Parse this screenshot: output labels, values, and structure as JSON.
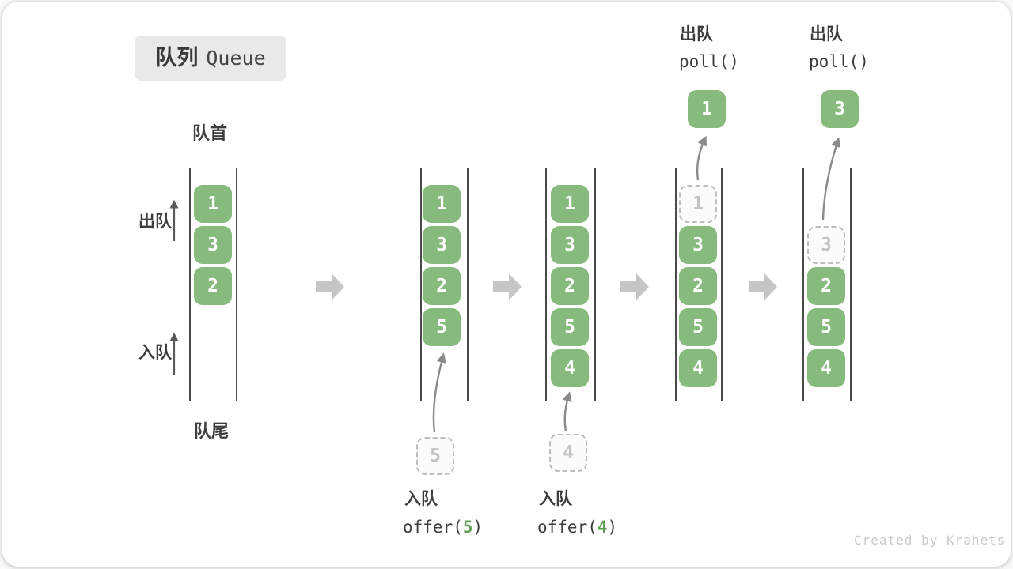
{
  "title": {
    "zh": "队列",
    "en": "Queue"
  },
  "labels": {
    "front": "队首",
    "rear": "队尾",
    "dequeue": "出队",
    "enqueue": "入队"
  },
  "states": [
    {
      "items": [
        {
          "value": "1",
          "type": "solid"
        },
        {
          "value": "3",
          "type": "solid"
        },
        {
          "value": "2",
          "type": "solid"
        }
      ]
    },
    {
      "items": [
        {
          "value": "1",
          "type": "solid"
        },
        {
          "value": "3",
          "type": "solid"
        },
        {
          "value": "2",
          "type": "solid"
        },
        {
          "value": "5",
          "type": "solid"
        }
      ]
    },
    {
      "items": [
        {
          "value": "1",
          "type": "solid"
        },
        {
          "value": "3",
          "type": "solid"
        },
        {
          "value": "2",
          "type": "solid"
        },
        {
          "value": "5",
          "type": "solid"
        },
        {
          "value": "4",
          "type": "solid"
        }
      ]
    },
    {
      "items": [
        {
          "value": "1",
          "type": "ghost"
        },
        {
          "value": "3",
          "type": "solid"
        },
        {
          "value": "2",
          "type": "solid"
        },
        {
          "value": "5",
          "type": "solid"
        },
        {
          "value": "4",
          "type": "solid"
        }
      ]
    },
    {
      "items": [
        {
          "value": "3",
          "type": "ghost"
        },
        {
          "value": "2",
          "type": "solid"
        },
        {
          "value": "5",
          "type": "solid"
        },
        {
          "value": "4",
          "type": "solid"
        }
      ]
    }
  ],
  "operations": {
    "enqueue_5": {
      "label": "入队",
      "code_prefix": "offer(",
      "code_arg": "5",
      "code_suffix": ")",
      "pending_value": "5"
    },
    "enqueue_4": {
      "label": "入队",
      "code_prefix": "offer(",
      "code_arg": "4",
      "code_suffix": ")",
      "pending_value": "4"
    },
    "poll_1": {
      "label": "出队",
      "code": "poll()",
      "result_value": "1"
    },
    "poll_3": {
      "label": "出队",
      "code": "poll()",
      "result_value": "3"
    }
  },
  "watermark": "Created by Krahets",
  "colors": {
    "item_green": "#87ba7d",
    "code_arg_green": "#5f9e55",
    "flow_arrow_gray": "#c6c6c6",
    "queue_wall": "#4a4a4a",
    "pointer_arrow": "#8a8a8a",
    "ghost_text": "#c4c4c4",
    "text_dark": "#3d3d3d",
    "title_bg": "#e9e9e9",
    "watermark_gray": "#c9c9c9"
  }
}
